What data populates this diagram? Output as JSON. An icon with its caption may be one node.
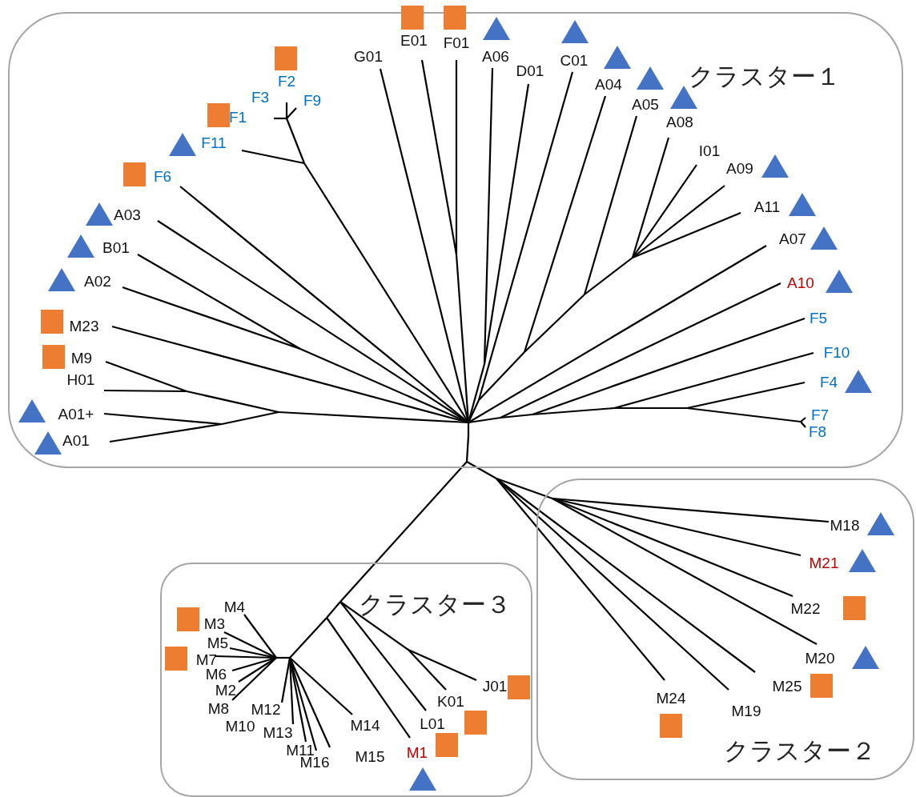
{
  "diagram": {
    "nodes": [
      {
        "text": [
          "クラスター１"
        ]
      },
      {
        "text": [
          "クラスター２"
        ]
      },
      {
        "text": [
          "クラスター３"
        ]
      }
    ],
    "labels": [
      "E01",
      "F01",
      "G01",
      "A06",
      "D01",
      "C01",
      "A04",
      "A05",
      "A08",
      "I01",
      "A09",
      "A11",
      "A07",
      "A10",
      "F5",
      "F10",
      "F4",
      "F7",
      "F8",
      "F2",
      "F3",
      "F9",
      "F1",
      "F11",
      "F6",
      "A03",
      "B01",
      "A02",
      "M23",
      "M9",
      "H01",
      "A01+",
      "A01",
      "M18",
      "M21",
      "M22",
      "M20",
      "M25",
      "M24",
      "M19",
      "M4",
      "M3",
      "M5",
      "M7",
      "M6",
      "M2",
      "M8",
      "M12",
      "M10",
      "M13",
      "M11",
      "M16",
      "M15",
      "M14",
      "J01",
      "K01",
      "L01",
      "M1"
    ]
  }
}
